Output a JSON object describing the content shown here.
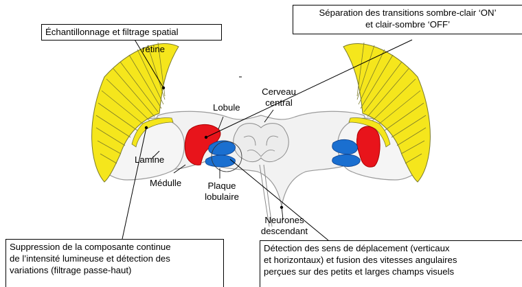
{
  "boxes": {
    "spatial": "Échantillonnage et filtrage spatial",
    "on_off_line1": "Séparation des transitions sombre-clair ‘ON’",
    "on_off_line2": "et clair-sombre ‘OFF’",
    "dc_line1": "Suppression de la composante continue",
    "dc_line2": "de l’intensité lumineuse et détection des",
    "dc_line3": "variations (filtrage passe-haut)",
    "motion_line1": "Détection des sens de déplacement (verticaux",
    "motion_line2": "et horizontaux) et fusion des vitesses angulaires",
    "motion_line3": "perçues sur des petits et larges champs visuels"
  },
  "labels": {
    "retine": "rétine",
    "cerveau_line1": "Cerveau",
    "cerveau_line2": "central",
    "lobule": "Lobule",
    "lamine": "Lamine",
    "medulle": "Médulle",
    "plaque_line1": "Plaque",
    "plaque_line2": "lobulaire",
    "neurones_line1": "Neurones",
    "neurones_line2": "descendant"
  },
  "colors": {
    "retina": "#f5e61c",
    "lamina": "#f5e61c",
    "lobula": "#e8141b",
    "lobula_plate": "#1a6fd0",
    "brain_outline": "#9a9a9a",
    "brain_fill": "#e6e6e6"
  }
}
